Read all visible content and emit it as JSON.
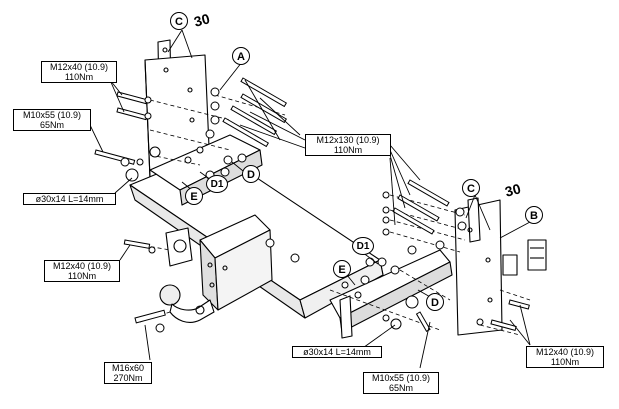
{
  "callouts": {
    "c_top": "C",
    "c_right": "C",
    "a": "A",
    "b": "B",
    "d_left": "D",
    "d_right": "D",
    "d1_left": "D1",
    "d1_right": "D1",
    "e_left": "E",
    "e_right": "E",
    "angle_top": "30",
    "angle_right": "30"
  },
  "labels": {
    "m12x40_top": {
      "spec": "M12x40 (10.9)",
      "torque": "110Nm"
    },
    "m10x55_top": {
      "spec": "M10x55 (10.9)",
      "torque": "65Nm"
    },
    "m12x130": {
      "spec": "M12x130 (10.9)",
      "torque": "110Nm"
    },
    "spacer_left": {
      "spec": "ø30x14 L=14mm"
    },
    "m12x40_mid": {
      "spec": "M12x40 (10.9)",
      "torque": "110Nm"
    },
    "m16x60": {
      "spec": "M16x60",
      "torque": "270Nm"
    },
    "spacer_bottom": {
      "spec": "ø30x14 L=14mm"
    },
    "m10x55_bottom": {
      "spec": "M10x55 (10.9)",
      "torque": "65Nm"
    },
    "m12x40_right": {
      "spec": "M12x40 (10.9)",
      "torque": "110Nm"
    }
  }
}
